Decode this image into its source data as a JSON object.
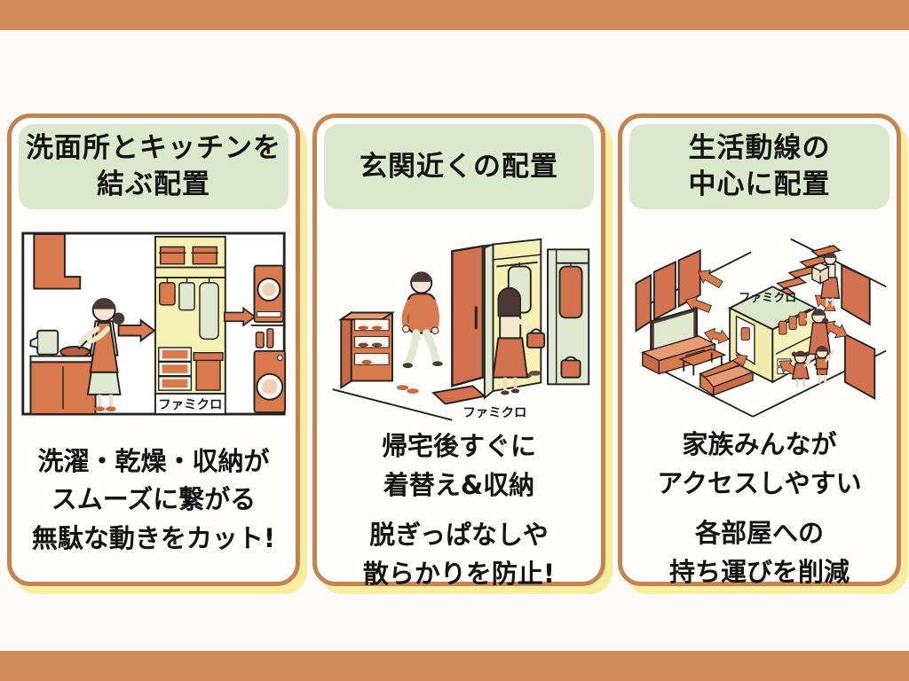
{
  "page": {
    "top_bar_color": "#d08a5c",
    "bottom_bar_color": "#d08a5c",
    "background": "#fbfaf6"
  },
  "theme": {
    "card_border": "#c6834f",
    "card_background": "#fffefa",
    "card_shadow_yellow": "#f9ec9e",
    "title_background": "#dce8cb",
    "text_color": "#141414",
    "accent_orange": "#d97a4e",
    "door_orange": "#d2724e",
    "light_green": "#dfe9cf",
    "pale_yellow": "#f5f0b6"
  },
  "cards": [
    {
      "id": "washroom-kitchen",
      "title_lines": [
        "洗面所とキッチンを",
        "結ぶ配置"
      ],
      "illustration": "kitchen-closet-laundry-scene",
      "illustration_label": "ファミクロ",
      "body_groups": [
        [
          "洗濯・乾燥・収納が",
          "スムーズに繋がる",
          "無駄な動きをカット!"
        ]
      ]
    },
    {
      "id": "near-entrance",
      "title_lines": [
        "玄関近くの配置"
      ],
      "illustration": "entryway-closet-scene",
      "illustration_label": "ファミクロ",
      "body_groups": [
        [
          "帰宅後すぐに",
          "着替え&収納"
        ],
        [
          "脱ぎっぱなしや",
          "散らかりを防止!"
        ]
      ]
    },
    {
      "id": "life-flow-center",
      "title_lines": [
        "生活動線の",
        "中心に配置"
      ],
      "illustration": "central-closet-floorplan-scene",
      "illustration_label": "ファミクロ",
      "body_groups": [
        [
          "家族みんなが",
          "アクセスしやすい"
        ],
        [
          "各部屋への",
          "持ち運びを削減"
        ]
      ]
    }
  ]
}
